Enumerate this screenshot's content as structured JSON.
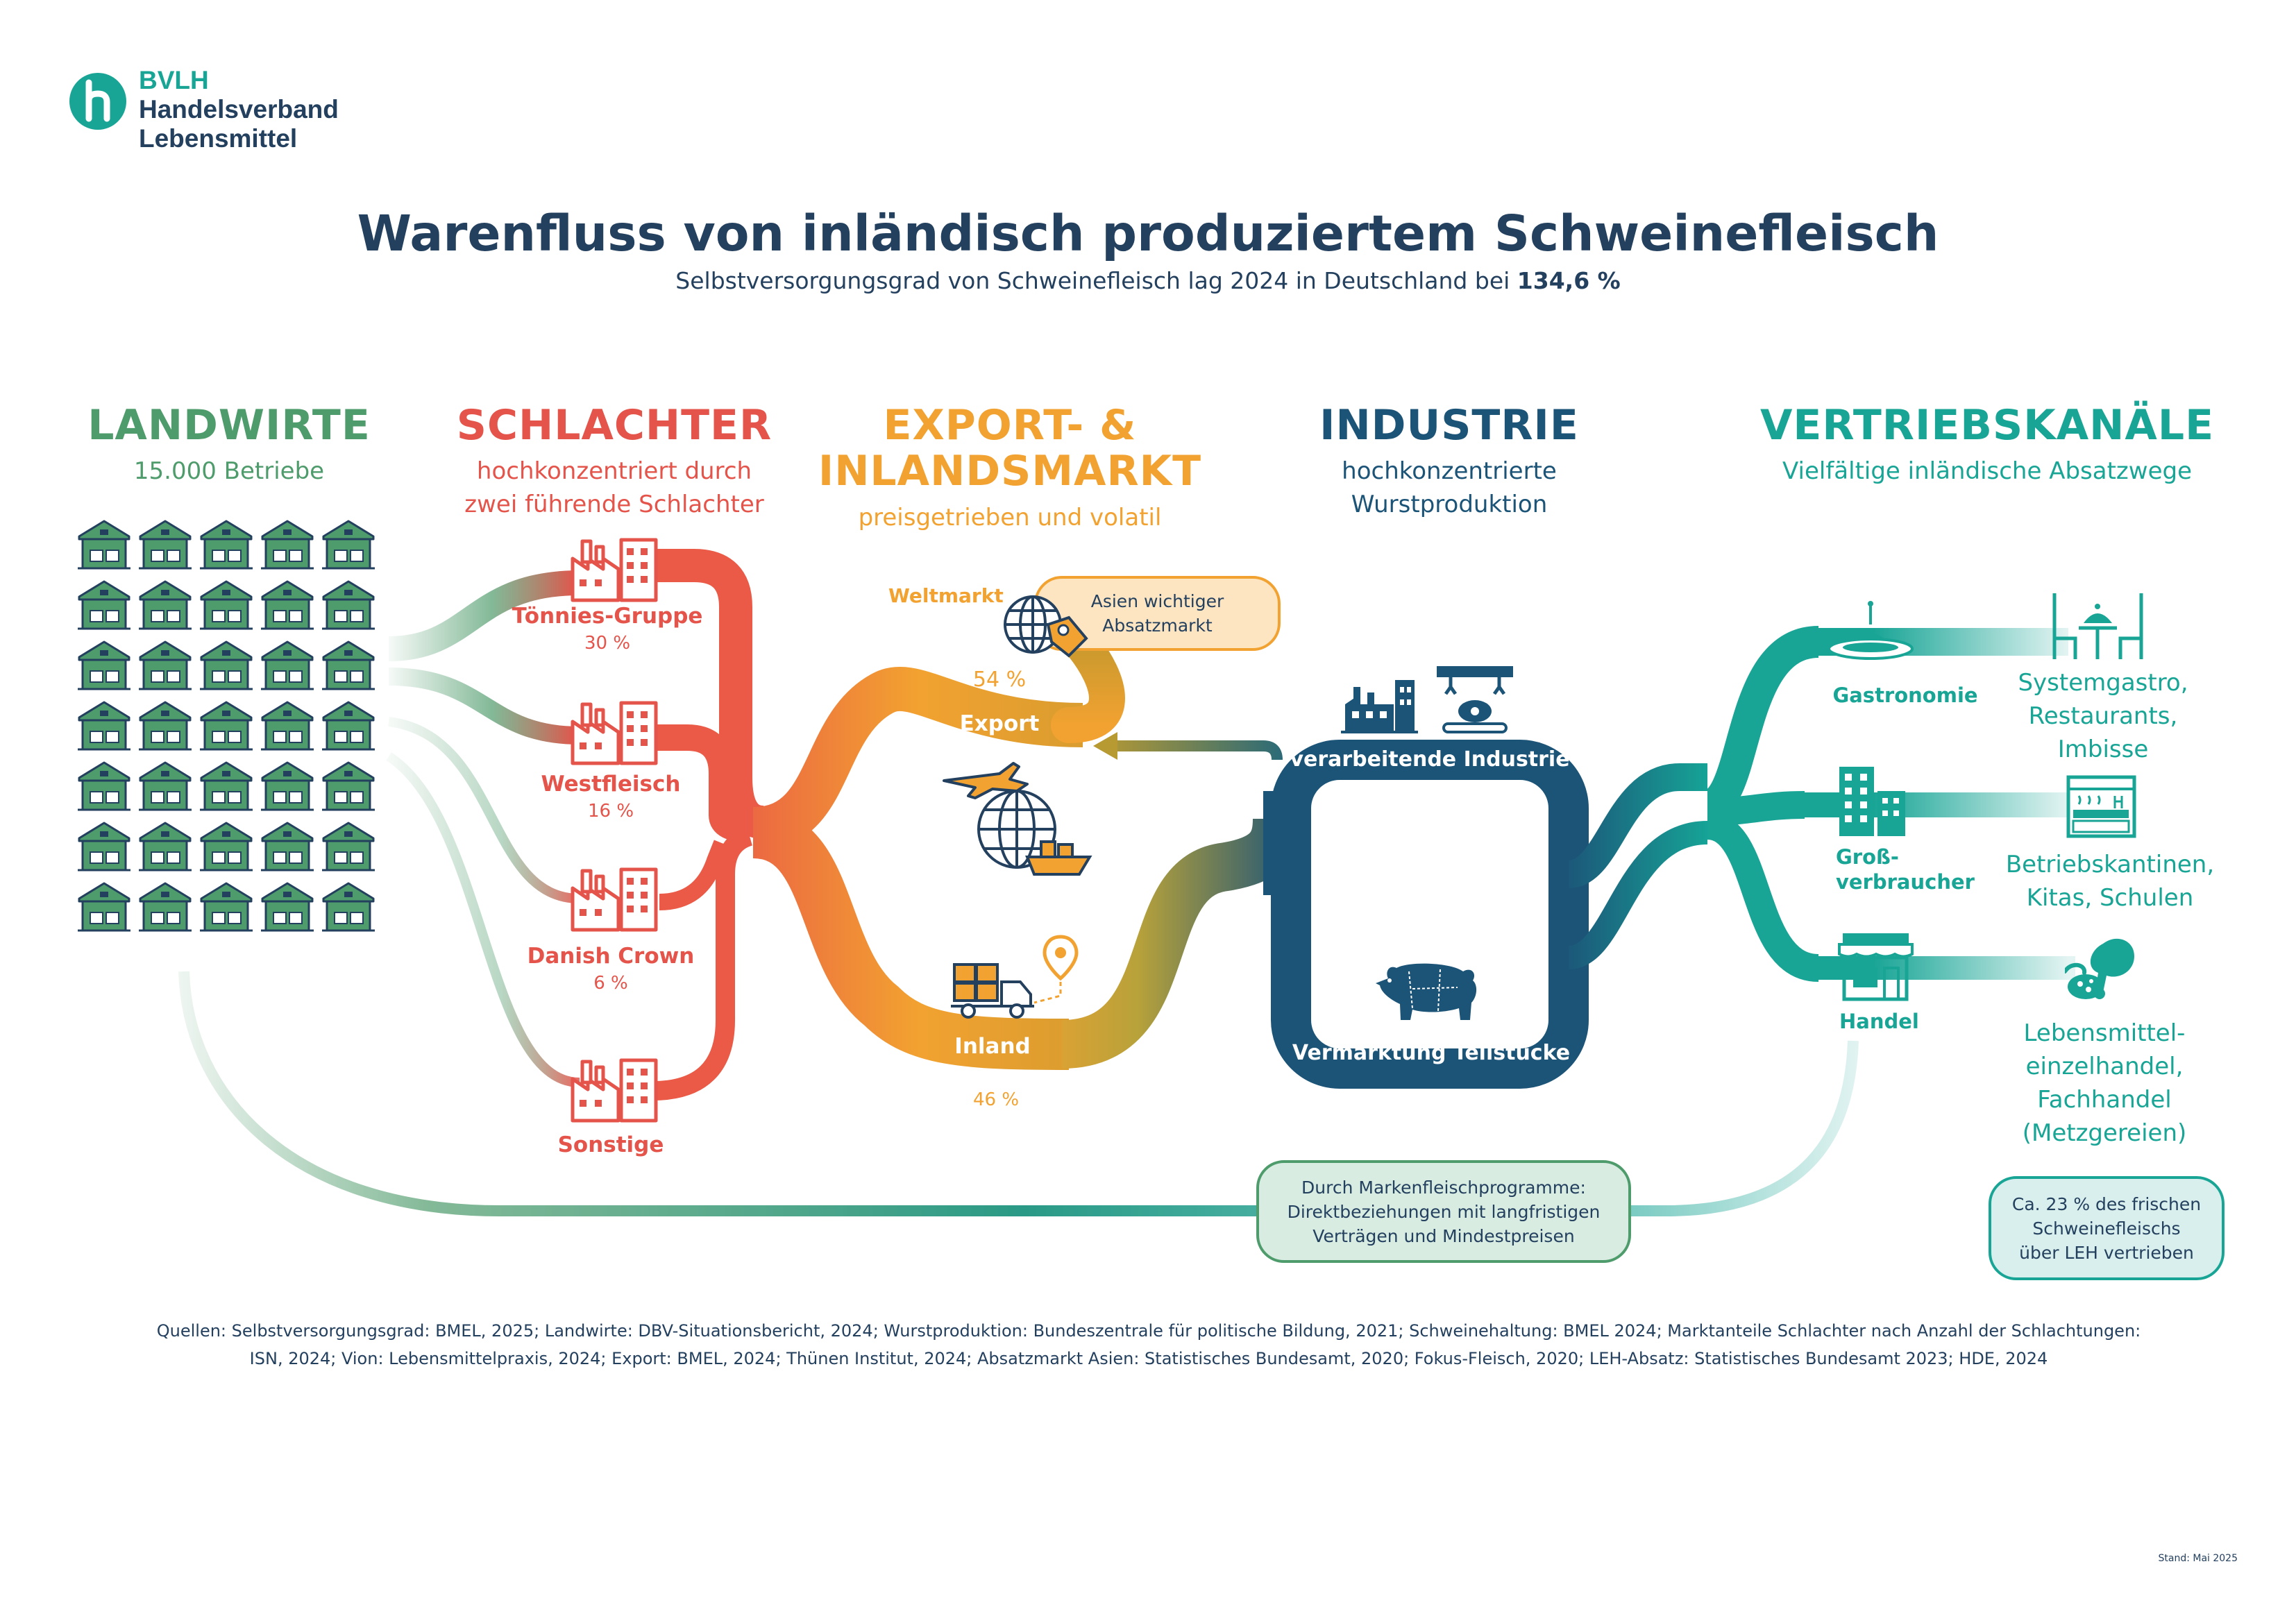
{
  "logo": {
    "line1": "BVLH",
    "line2": "Handelsverband",
    "line3": "Lebensmittel"
  },
  "title": "Warenfluss von inländisch produziertem Schweinefleisch",
  "subtitle": {
    "prefix": "Selbstversorgungsgrad von Schweinefleisch lag 2024 in Deutschland bei ",
    "value": "134,6 %"
  },
  "columns": {
    "landwirte": {
      "title": "LANDWIRTE",
      "subtitle": "15.000 Betriebe"
    },
    "schlachter": {
      "title": "SCHLACHTER",
      "subtitle_l1": "hochkonzentriert durch",
      "subtitle_l2": "zwei führende Schlachter"
    },
    "markt": {
      "title_l1": "EXPORT- &",
      "title_l2": "INLANDSMARKT",
      "subtitle": "preisgetrieben und volatil"
    },
    "industrie": {
      "title": "INDUSTRIE",
      "subtitle_l1": "hochkonzentrierte",
      "subtitle_l2": "Wurstproduktion"
    },
    "vertrieb": {
      "title": "VERTRIEBSKANÄLE",
      "subtitle": "Vielfältige inländische Absatzwege"
    }
  },
  "slaughterers": [
    {
      "name": "Tönnies-Gruppe",
      "share": "30 %"
    },
    {
      "name": "Westfleisch",
      "share": "16 %"
    },
    {
      "name": "Danish Crown",
      "share": "6 %"
    },
    {
      "name": "Sonstige"
    }
  ],
  "market": {
    "weltmarkt": "Weltmarkt",
    "asia_l1": "Asien wichtiger",
    "asia_l2": "Absatzmarkt",
    "export_share": "54 %",
    "export": "Export",
    "inland": "Inland",
    "inland_share": "46 %"
  },
  "industry": {
    "processing": "verarbeitende Industrie",
    "cuts": "Vermarktung Teilstücke"
  },
  "channels": [
    {
      "name": "Gastronomie",
      "desc_l1": "Systemgastro,",
      "desc_l2": "Restaurants,",
      "desc_l3": "Imbisse"
    },
    {
      "name_l1": "Groß-",
      "name_l2": "verbraucher",
      "desc_l1": "Betriebskantinen,",
      "desc_l2": "Kitas, Schulen"
    },
    {
      "name": "Handel",
      "desc_l1": "Lebensmittel-",
      "desc_l2": "einzelhandel,",
      "desc_l3": "Fachhandel",
      "desc_l4": "(Metzgereien)"
    }
  ],
  "markenfleisch": {
    "l1": "Durch Markenfleischprogramme:",
    "l2": "Direktbeziehungen mit langfristigen",
    "l3": "Verträgen und Mindestpreisen"
  },
  "leh": {
    "l1": "Ca. 23 % des frischen",
    "l2": "Schweinefleischs",
    "l3": "über LEH vertrieben"
  },
  "sources": {
    "l1": "Quellen: Selbstversorgungsgrad: BMEL, 2025; Landwirte: DBV-Situationsbericht, 2024; Wurstproduktion: Bundeszentrale für politische Bildung, 2021; Schweinehaltung: BMEL 2024; Marktanteile Schlachter nach Anzahl der Schlachtungen:",
    "l2": "ISN, 2024; Vion: Lebensmittelpraxis, 2024; Export: BMEL, 2024; Thünen Institut, 2024; Absatzmarkt Asien: Statistisches Bundesamt, 2020; Fokus-Fleisch, 2020; LEH-Absatz: Statistisches Bundesamt 2023; HDE, 2024"
  },
  "stand": "Stand: Mai 2025",
  "colors": {
    "green": "#4e9b6b",
    "red": "#e4544a",
    "orange": "#f2a230",
    "navy": "#1c5478",
    "teal": "#19a596",
    "dark": "#24405f"
  },
  "icons": [
    "farm-building-icon",
    "factory-icon",
    "globe-price-tag-icon",
    "plane-ship-globe-icon",
    "delivery-truck-icon",
    "location-pin-icon",
    "industrial-plant-icon",
    "meat-processing-machine-icon",
    "pig-cuts-icon",
    "restaurant-table-icon",
    "cloche-icon",
    "office-building-icon",
    "canteen-counter-icon",
    "shop-icon",
    "meat-products-icon"
  ]
}
